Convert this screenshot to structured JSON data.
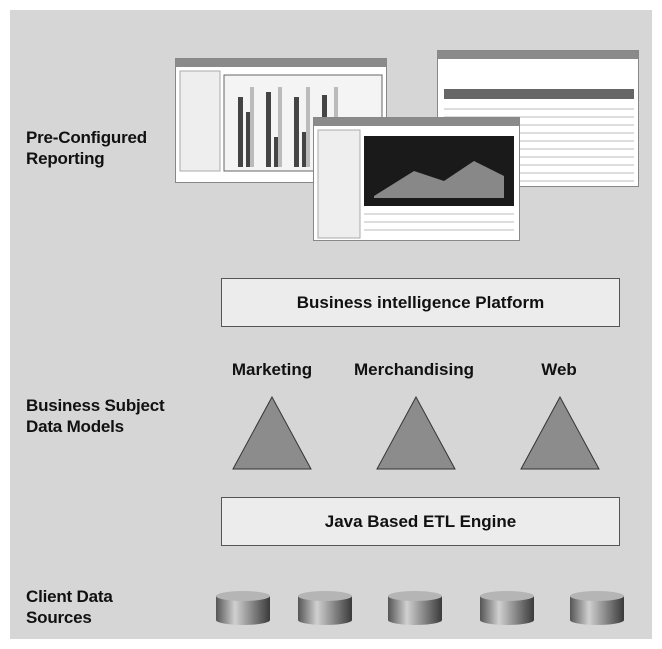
{
  "labels": {
    "reporting": [
      "Pre-Configured",
      "Reporting"
    ],
    "models": [
      "Business Subject",
      "Data Models"
    ],
    "sources": [
      "Client Data",
      "Sources"
    ]
  },
  "platform_box": "Business intelligence Platform",
  "etl_box": "Java Based ETL Engine",
  "data_models": [
    "Marketing",
    "Merchandising",
    "Web"
  ],
  "colors": {
    "background": "#d6d6d6",
    "box_fill": "#ececec",
    "triangle_fill": "#8c8c8c",
    "cylinder_fill": "#8a8a8a"
  },
  "icons": {
    "report_screenshots": "report-screenshot-icon",
    "triangles": "data-model-triangle-icon",
    "cylinders": "database-cylinder-icon"
  }
}
